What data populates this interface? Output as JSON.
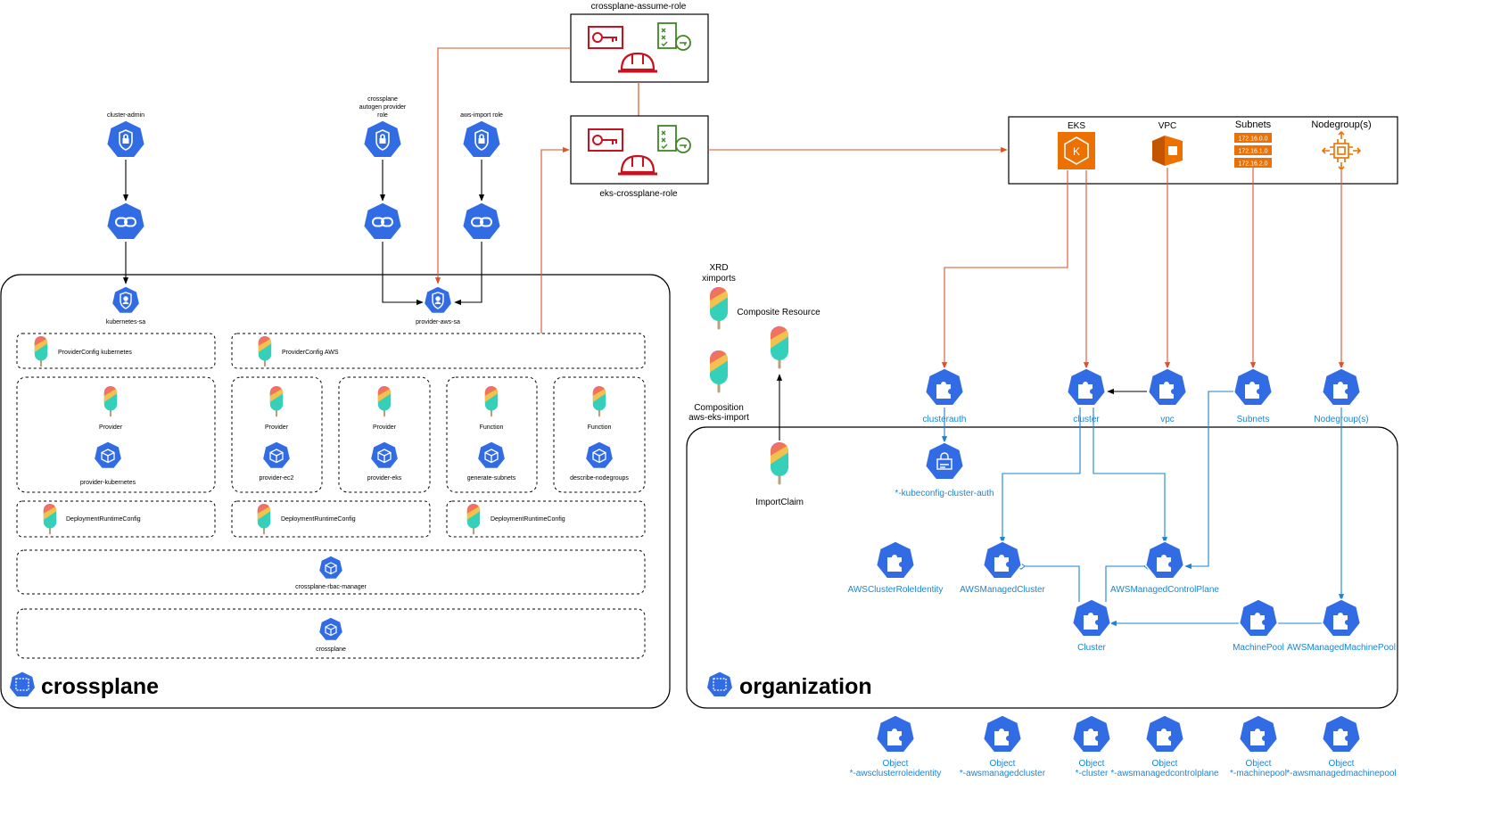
{
  "colors": {
    "k8s_blue": "#326ce5",
    "label_blue": "#1a85d6",
    "aws_orange": "#d9532b",
    "aws_icon_orange": "#ed7100",
    "iam_red": "#c7131f",
    "iam_green": "#3f8624",
    "edge_black": "#000000",
    "edge_blue": "#1a85d6"
  },
  "iam": {
    "assume_role": "crossplane-assume-role",
    "eks_role": "eks-crossplane-role"
  },
  "aws": {
    "eks": "EKS",
    "vpc": "VPC",
    "subnets": "Subnets",
    "nodegroups": "Nodegroup(s)",
    "cidrs": [
      "172.16.0.0",
      "172.16.1.0",
      "172.16.2.0"
    ]
  },
  "roles": {
    "cluster_admin": "cluster-admin",
    "autogen": [
      "crossplane",
      "autogen provider",
      "role"
    ],
    "aws_import": "aws-import role"
  },
  "service_accounts": {
    "kubernetes": "kubernetes-sa",
    "aws": "provider-aws-sa"
  },
  "crossplane": {
    "title": "crossplane",
    "providerconfig_k8s": "ProviderConfig kubernetes",
    "providerconfig_aws": "ProviderConfig AWS",
    "provider_label": "Provider",
    "function_label": "Function",
    "provider_kubernetes": "provider-kubernetes",
    "provider_ec2": "provider-ec2",
    "provider_eks": "provider-eks",
    "generate_subnets": "generate-subnets",
    "describe_nodegroups": "describe-nodegroups",
    "runtime_config": "DeploymentRuntimeConfig",
    "rbac_manager": "crossplane-rbac-manager",
    "core": "crossplane"
  },
  "xrd": {
    "xrd": [
      "XRD",
      "ximports"
    ],
    "composite": "Composite Resource",
    "composition": [
      "Composition",
      "aws-eks-import"
    ],
    "claim": "ImportClaim"
  },
  "organization": {
    "title": "organization",
    "clusterauth": "clusterauth",
    "cluster_top": "cluster",
    "vpc": "vpc",
    "subnets": "Subnets",
    "nodegroups": "Nodegroup(s)",
    "kubeconfig": "*-kubeconfig-cluster-auth",
    "role_identity": "AWSClusterRoleIdentity",
    "managed_cluster": "AWSManagedCluster",
    "control_plane": "AWSManagedControlPlane",
    "cluster": "Cluster",
    "machinepool": "MachinePool",
    "managed_machinepool": "AWSManagedMachinePool"
  },
  "objects": [
    {
      "kind": "Object",
      "name": "*-awsclusterroleidentity"
    },
    {
      "kind": "Object",
      "name": "*-awsmanagedcluster"
    },
    {
      "kind": "Object",
      "name": "*-cluster"
    },
    {
      "kind": "Object",
      "name": "*-awsmanagedcontrolplane"
    },
    {
      "kind": "Object",
      "name": "*-machinepool"
    },
    {
      "kind": "Object",
      "name": "*-awsmanagedmachinepool"
    }
  ]
}
